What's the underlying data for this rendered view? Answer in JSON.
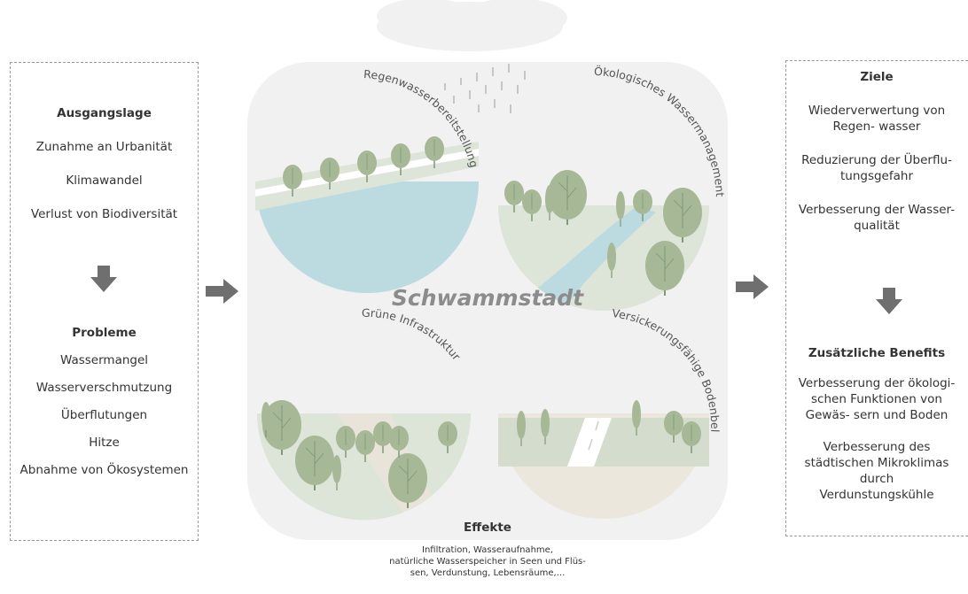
{
  "left": {
    "heading_1": "Ausgangslage",
    "items_1": [
      "Zunahme an Urbanität",
      "Klimawandel",
      "Verlust von Biodiversität"
    ],
    "heading_2": "Probleme",
    "items_2": [
      "Wassermangel",
      "Wasserverschmutzung",
      "Überflutungen",
      "Hitze",
      "Abnahme von Ökosystemen"
    ]
  },
  "center": {
    "title": "Schwammstadt",
    "quadrant_labels": [
      "Regenwasserbereitstellung",
      "Ökologisches Wassermanagement",
      "Grüne Infrastruktur",
      "Versickerungsfähige Bodenbeläge"
    ],
    "effects_heading": "Effekte",
    "effects_text": [
      "Infiltration, Wasseraufnahme,",
      "natürliche Wasserspeicher in Seen und Flüs-",
      "sen, Verdunstung, Lebensräume,..."
    ]
  },
  "right": {
    "heading_1": "Ziele",
    "items_1": [
      "Wiederverwertung von Regen- wasser",
      "Reduzierung der Überflu- tungsgefahr",
      "Verbesserung der Wasser- qualität"
    ],
    "heading_2": "Zusätzliche Benefits",
    "items_2": [
      "Verbesserung der ökologi- schen Funktionen von Gewäs- sern und Boden",
      "Verbesserung des städtischen Mikroklimas durch Verdunstungskühle"
    ]
  },
  "colors": {
    "water": "#bcdbe0",
    "tree": "#a6b896",
    "tree_dark": "#7f9877",
    "arrow": "#6f6f6f",
    "panel": "#f1f1f1"
  }
}
